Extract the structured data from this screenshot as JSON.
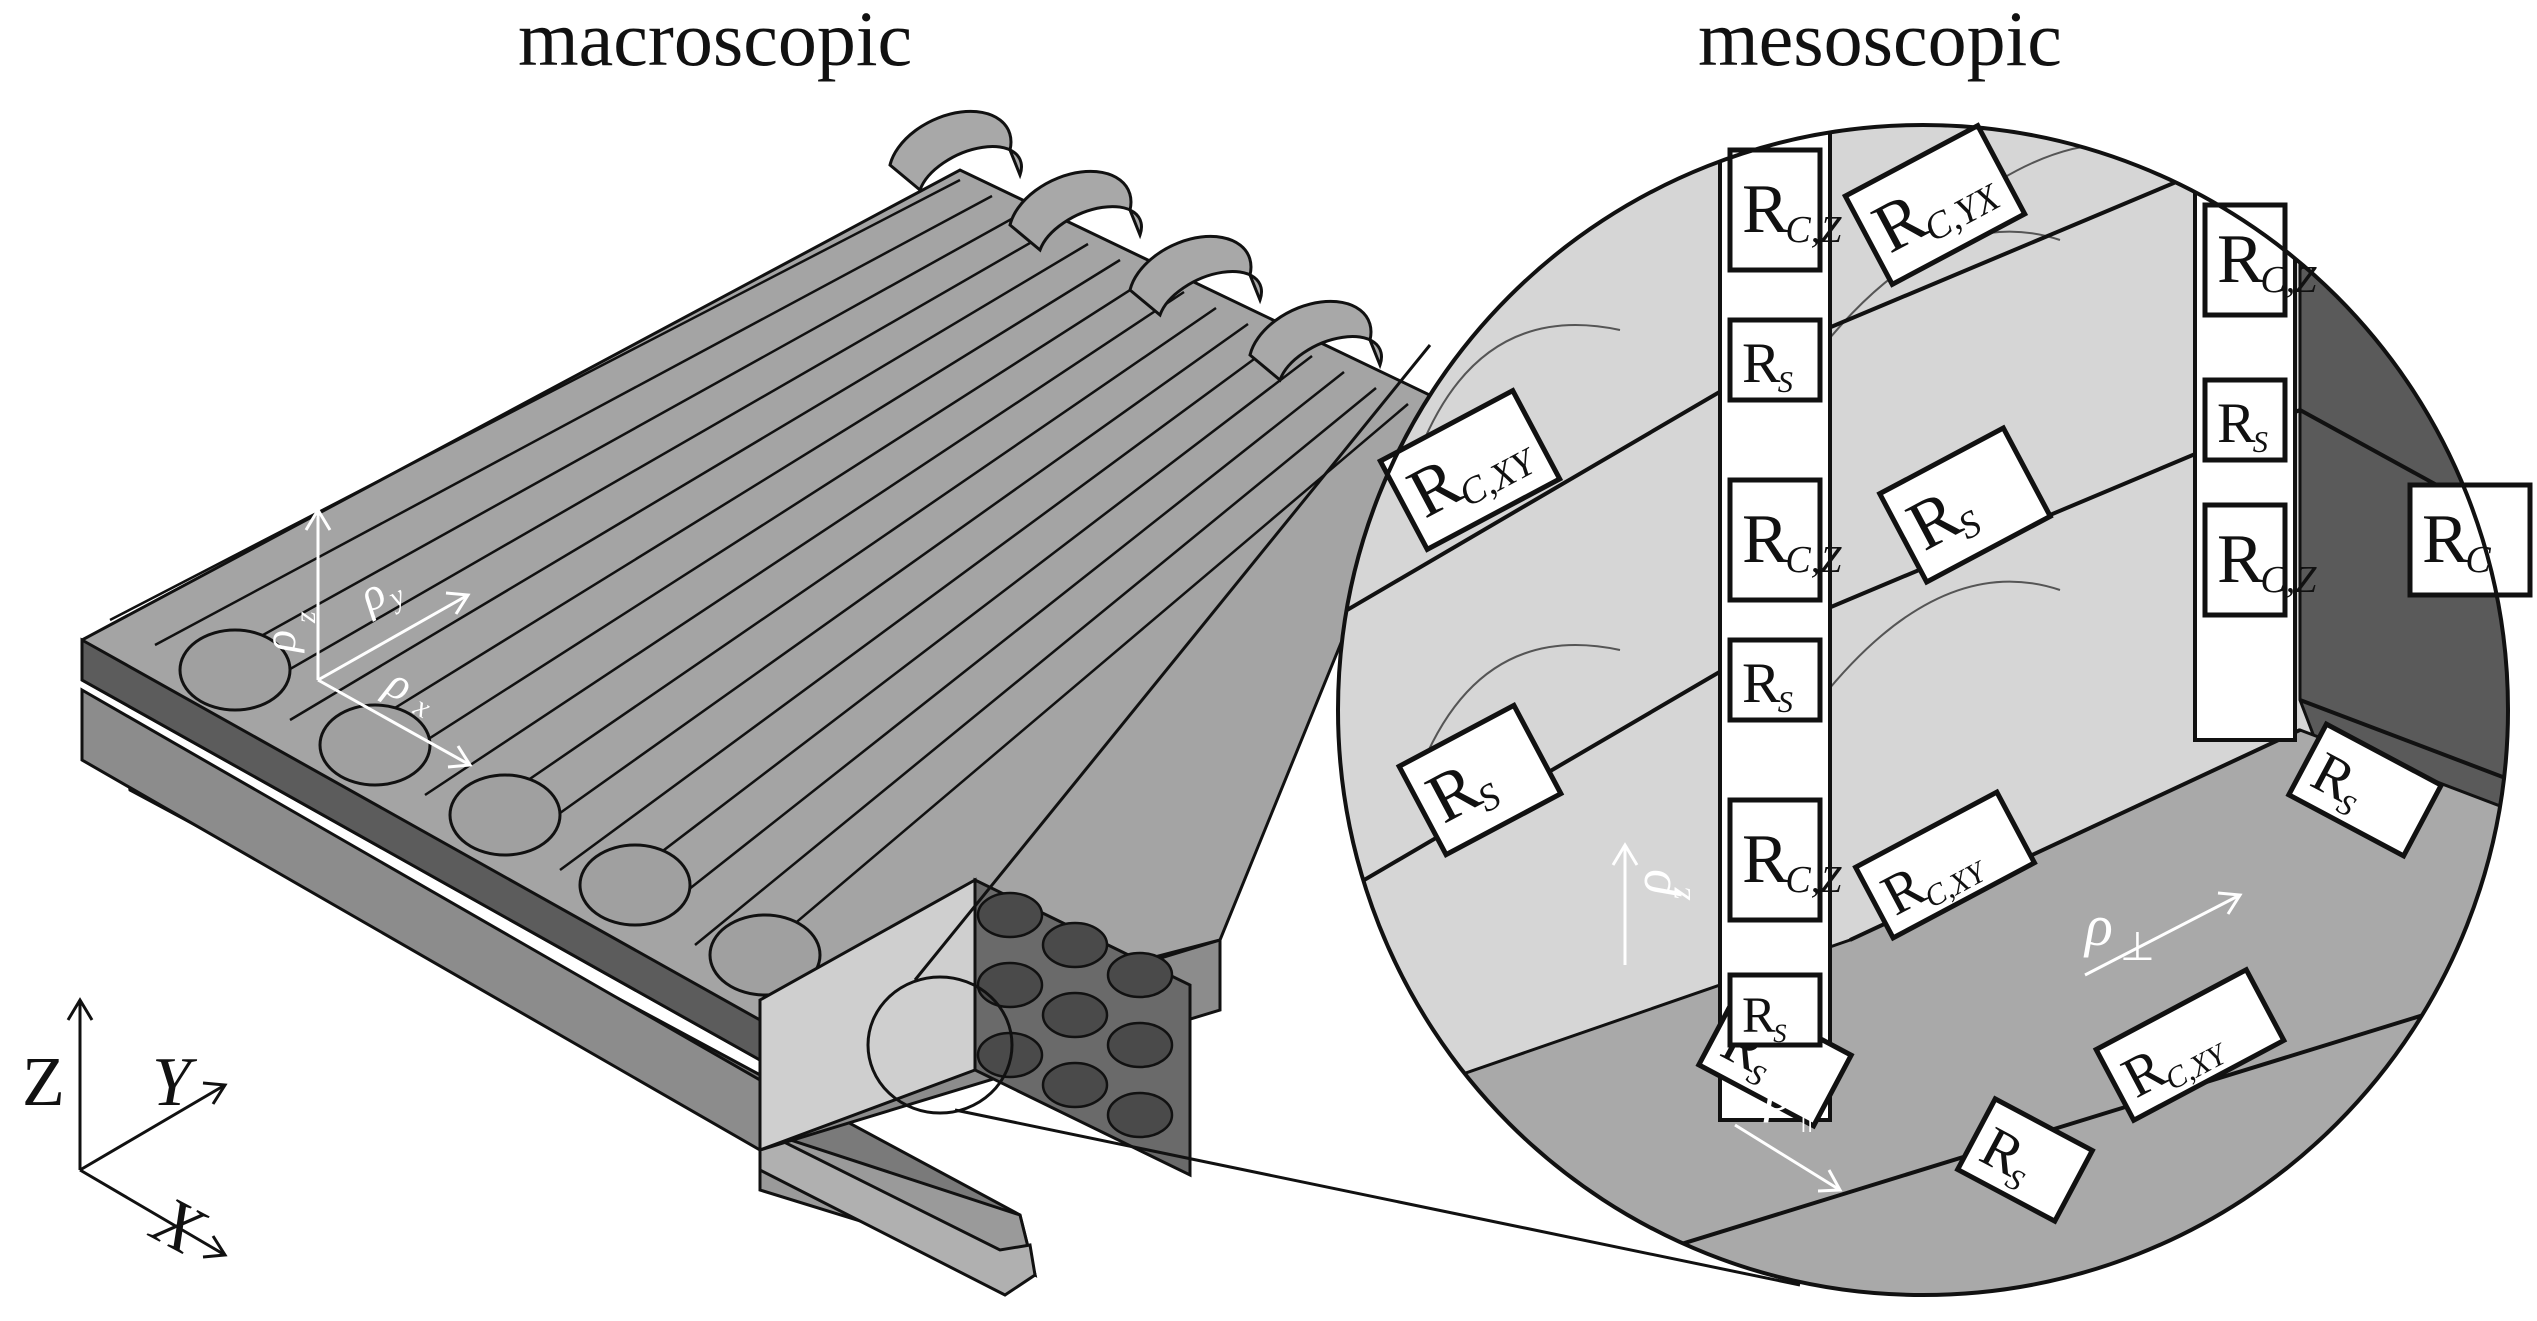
{
  "headings": {
    "left": "macroscopic",
    "right": "mesoscopic"
  },
  "macro": {
    "global_axes": {
      "z": "Z",
      "y": "Y",
      "x": "X"
    },
    "local_axes": {
      "z": "ρ",
      "z_sub": "z",
      "y": "ρ",
      "y_sub": "y",
      "x": "ρ",
      "x_sub": "x"
    }
  },
  "meso": {
    "labels": {
      "r_c_xy": "R",
      "r_c_xy_sub": "C,XY",
      "r_c_yx": "R",
      "r_c_yx_sub": "C,YX",
      "r_c_z": "R",
      "r_c_z_sub": "C,Z",
      "r_s": "R",
      "r_s_sub": "S",
      "r_c_partial": "R",
      "r_c_partial_sub": "C"
    },
    "directions": {
      "perp": "ρ",
      "perp_sub": "⊥",
      "parallel": "ρ",
      "parallel_sub": "||",
      "z": "ρ",
      "z_sub": "z"
    }
  },
  "colors": {
    "strand_top": "#a8a8a8",
    "strand_side": "#7a7a7a",
    "strand_dark": "#4a4a4a",
    "meso_light": "#d4d4d4",
    "meso_mid": "#b8b8b8",
    "meso_dark": "#5a5a5a",
    "outline": "#111111"
  }
}
